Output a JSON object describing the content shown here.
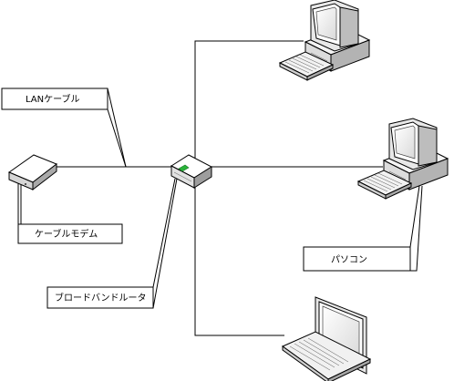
{
  "labels": {
    "lan_cable": "LANケーブル",
    "cable_modem": "ケーブルモデム",
    "pc": "パソコン",
    "router": "ブロードバンドルータ"
  },
  "icons": {
    "modem": "cable-modem-icon",
    "router": "broadband-router-icon",
    "pc_top": "desktop-pc-icon",
    "pc_middle": "desktop-pc-icon",
    "laptop": "laptop-icon"
  },
  "colors": {
    "line": "#000000",
    "device_body": "#ececec",
    "device_shade": "#bdbdbd",
    "screen": "#ffffff",
    "router_led": "#29b33a"
  }
}
